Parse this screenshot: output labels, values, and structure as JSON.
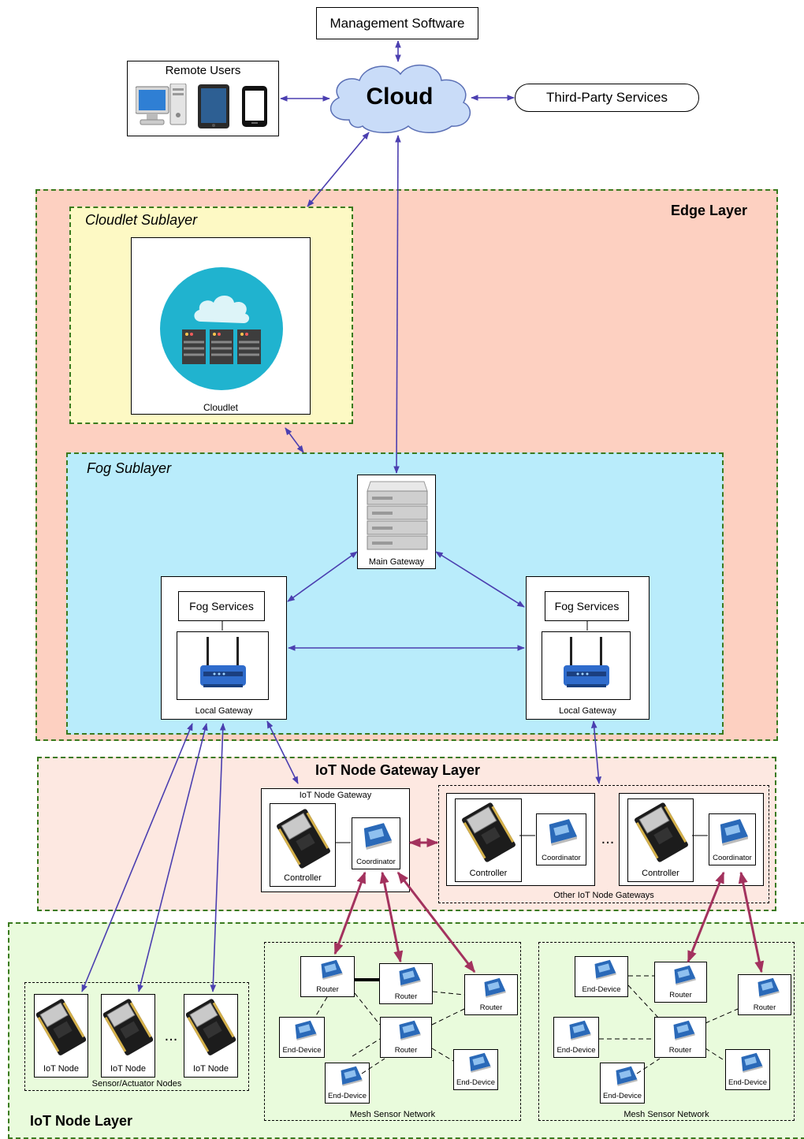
{
  "top": {
    "management": "Management Software",
    "cloud": "Cloud",
    "remote_users": "Remote Users",
    "third_party": "Third-Party Services"
  },
  "edge": {
    "title": "Edge Layer",
    "cloudlet_sublayer": "Cloudlet Sublayer",
    "cloudlet": "Cloudlet",
    "fog_sublayer": "Fog Sublayer",
    "main_gateway": "Main Gateway",
    "fog_services": "Fog Services",
    "local_gateway": "Local Gateway"
  },
  "gateway_layer": {
    "title": "IoT Node Gateway Layer",
    "iot_node_gateway": "IoT Node Gateway",
    "controller": "Controller",
    "coordinator": "Coordinator",
    "ellipsis": "...",
    "other_gateways": "Other IoT Node Gateways"
  },
  "node_layer": {
    "title": "IoT Node Layer",
    "iot_node": "IoT Node",
    "ellipsis": "...",
    "sensor_nodes": "Sensor/Actuator Nodes",
    "router": "Router",
    "end_device": "End-Device",
    "mesh": "Mesh Sensor Network"
  },
  "colors": {
    "edge_bg": "#fdd0c1",
    "cloudlet_bg": "#fdf9c4",
    "fog_bg": "#b9ecfb",
    "gateway_bg": "#fde8e1",
    "node_bg": "#e9fbdc",
    "blue_link": "#4b3fb0",
    "zigbee_link": "#a3325e",
    "cloud_fill": "#c9dcf8"
  }
}
